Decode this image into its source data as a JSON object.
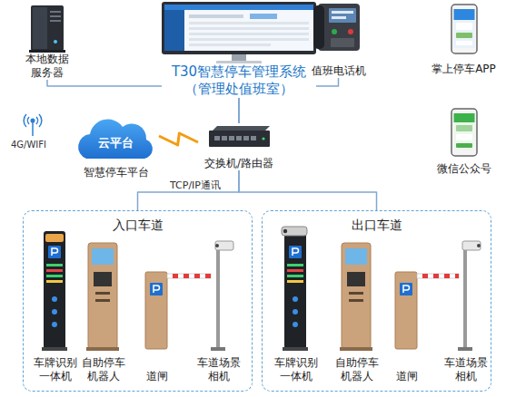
{
  "diagram": {
    "nodes": [
      {
        "text": [
          "本地数据 服务器"
        ]
      },
      {
        "text": [
          "T30智慧停车管理系统 （管理处值班室）"
        ]
      },
      {
        "text": [
          "值班电话机"
        ]
      },
      {
        "text": [
          "掌上停车APP"
        ]
      },
      {
        "text": [
          "云平台",
          "智慧停车平台"
        ]
      },
      {
        "text": [
          "交换机/路由器"
        ]
      },
      {
        "text": [
          "微信公众号"
        ]
      },
      {
        "text": [
          "入口车道"
        ]
      },
      {
        "text": [
          "车牌识别 一体机"
        ],
        "in": 7
      },
      {
        "text": [
          "自助停车 机器人"
        ],
        "in": 7
      },
      {
        "text": [
          "道闸"
        ],
        "in": 7
      },
      {
        "text": [
          "车道场景 相机"
        ],
        "in": 7
      },
      {
        "text": [
          "出口车道"
        ]
      },
      {
        "text": [
          "车牌识别 一体机"
        ],
        "in": 12
      },
      {
        "text": [
          "自助停车 机器人"
        ],
        "in": 12
      },
      {
        "text": [
          "道闸"
        ],
        "in": 12
      },
      {
        "text": [
          "车道场景 相机"
        ],
        "in": 12
      }
    ],
    "edges": [
      {
        "from": 0,
        "to": 5,
        "arrow": "none"
      },
      {
        "from": 1,
        "to": 5,
        "arrow": "none"
      },
      {
        "from": 2,
        "to": 5,
        "arrow": "none"
      },
      {
        "from": 4,
        "to": 5,
        "arrow": "none"
      },
      {
        "from": 5,
        "to": 7,
        "arrow": "none"
      },
      {
        "from": 5,
        "to": 12,
        "arrow": "none"
      }
    ],
    "labels": [
      "4G/WIFI",
      "TCP/IP通讯"
    ]
  }
}
